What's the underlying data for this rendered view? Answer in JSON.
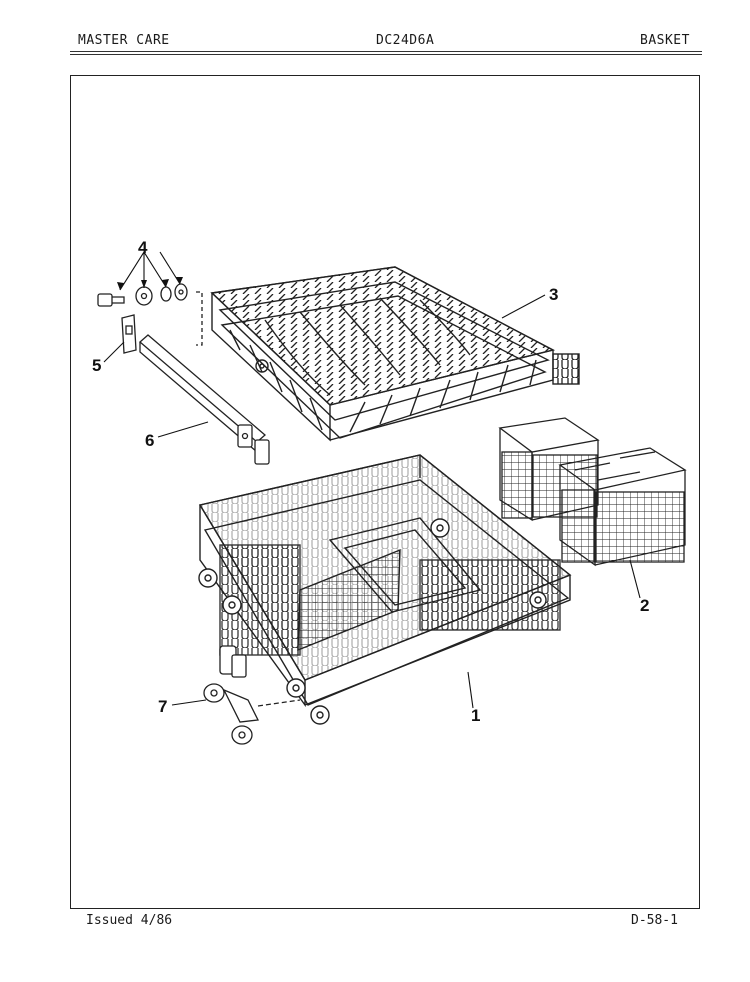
{
  "header": {
    "left": "MASTER CARE",
    "center": "DC24D6A",
    "right": "BASKET"
  },
  "footer": {
    "left": "Issued 4/86",
    "right": "D-58-1"
  },
  "callouts": {
    "c1": "1",
    "c2": "2",
    "c3": "3",
    "c4": "4",
    "c5": "5",
    "c6": "6",
    "c7": "7"
  }
}
